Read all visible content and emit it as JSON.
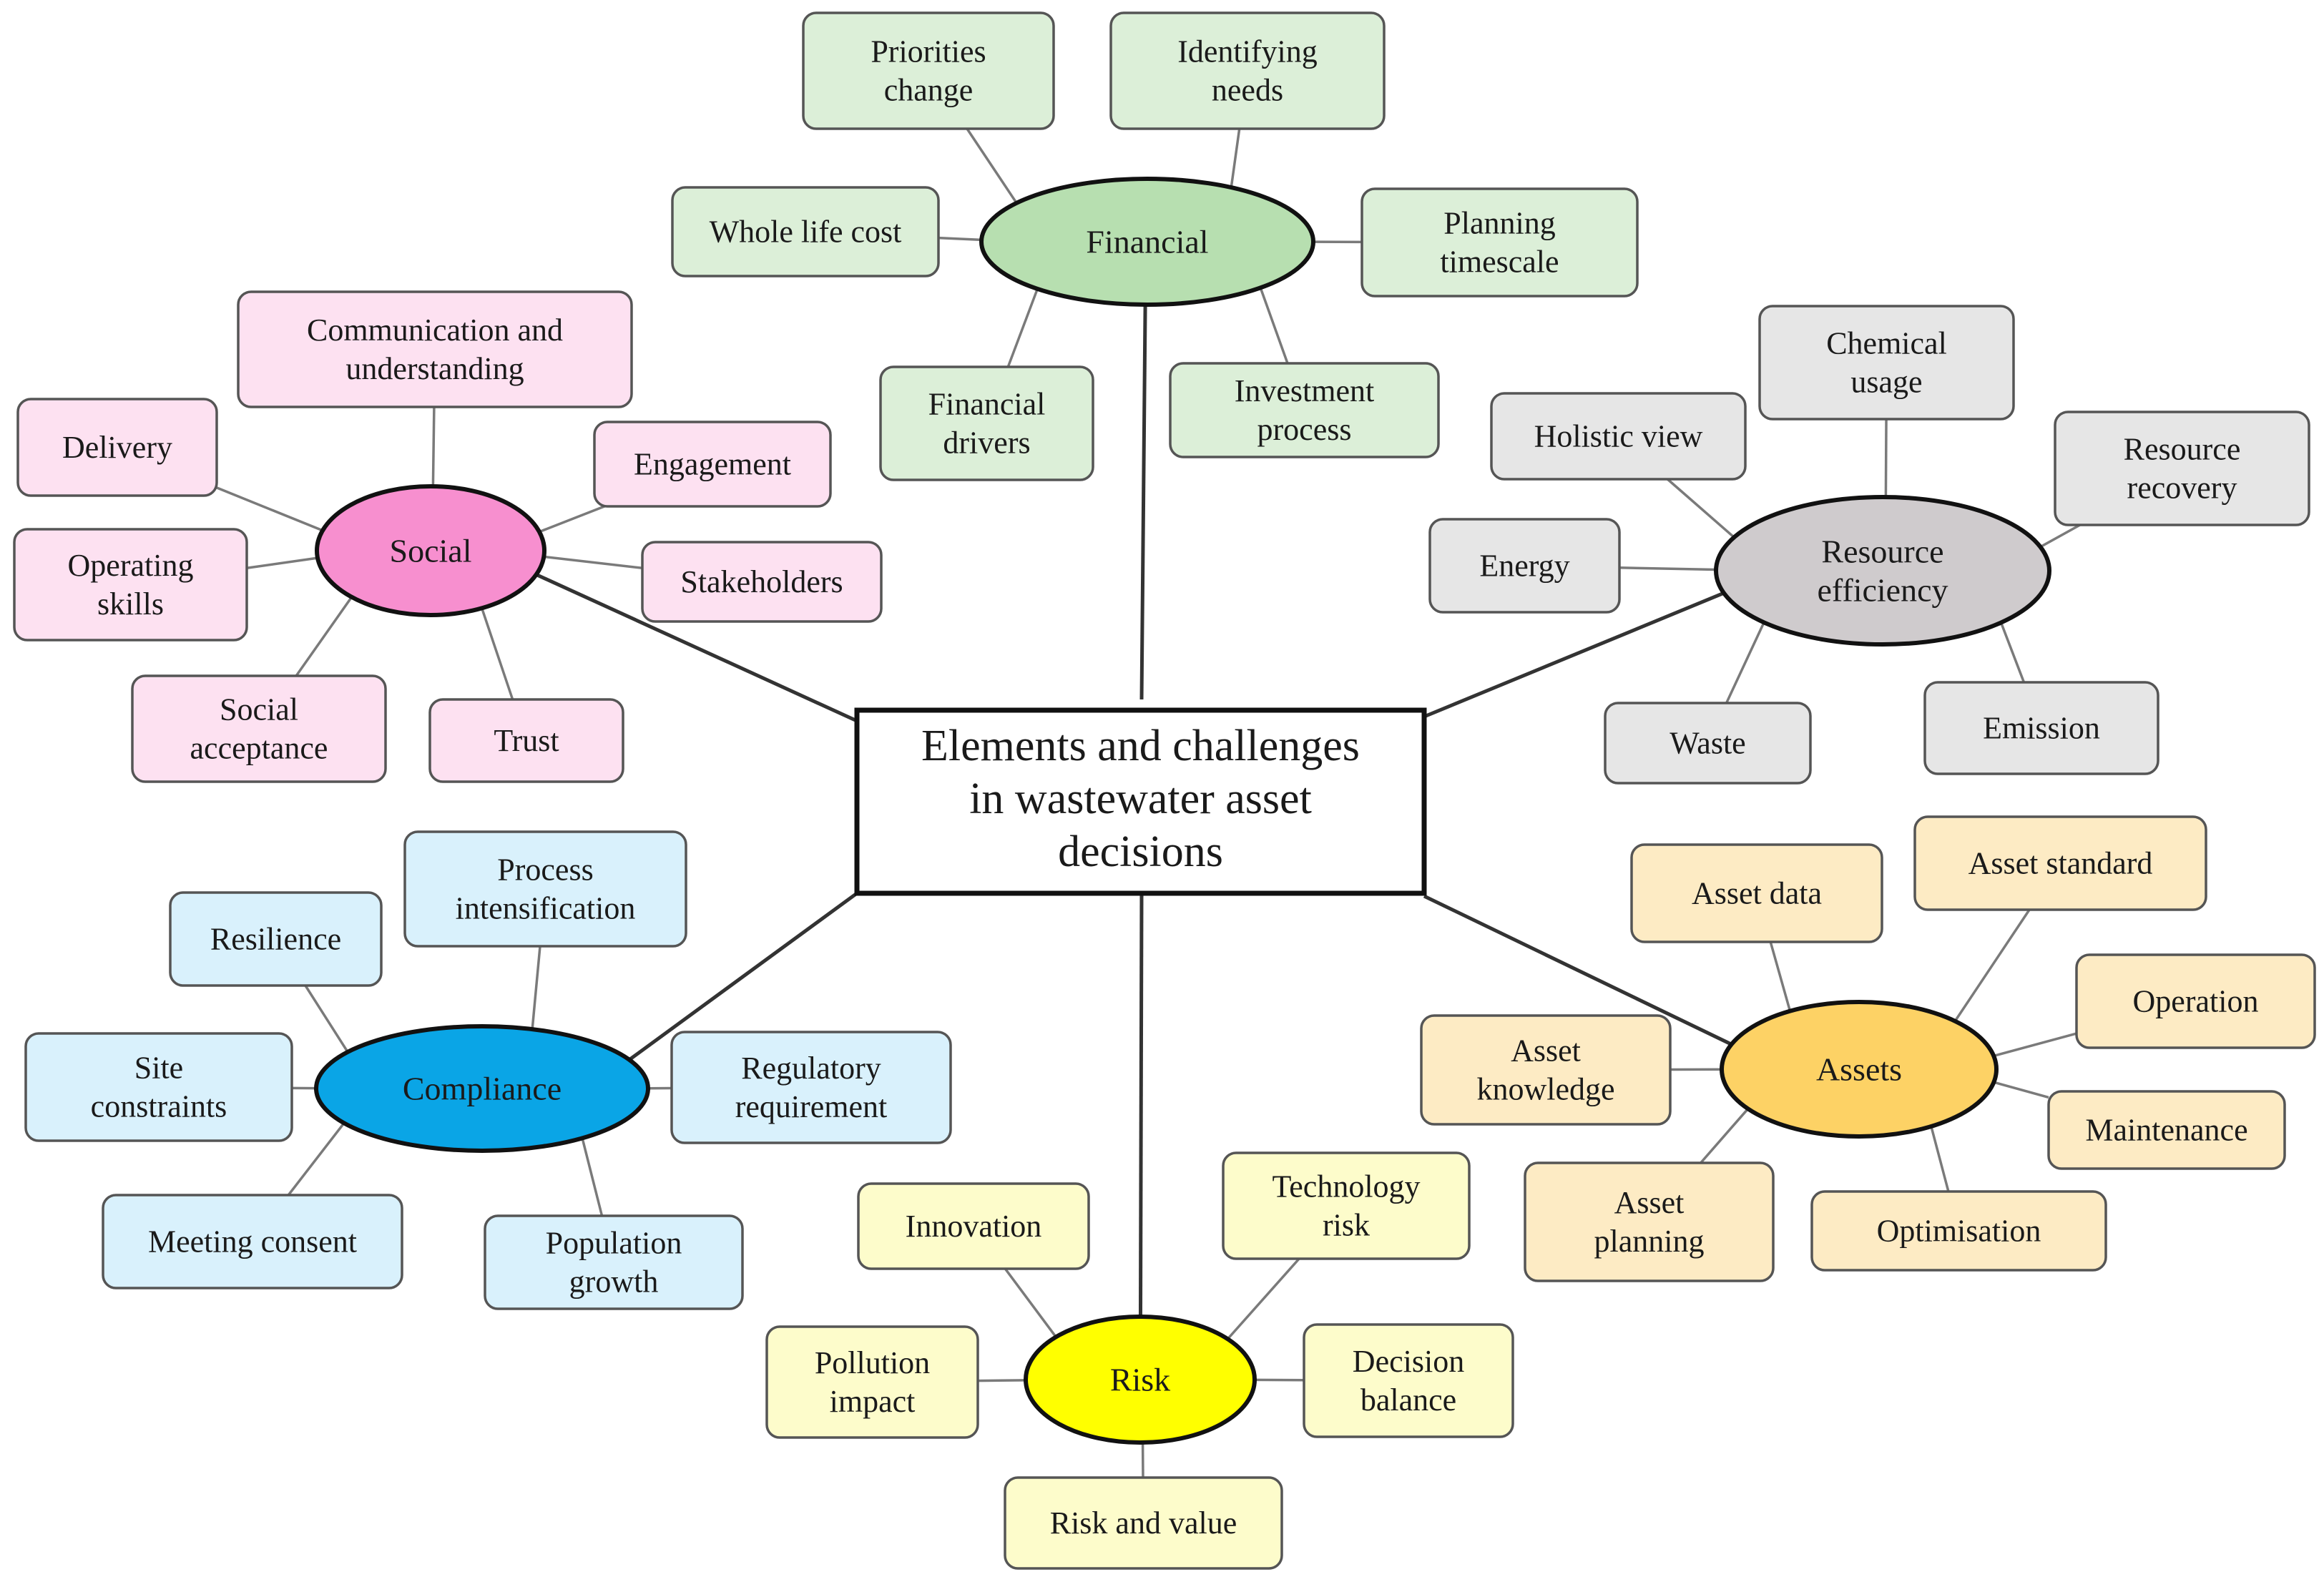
{
  "center": {
    "lines": [
      "Elements and challenges",
      "in wastewater asset",
      "decisions"
    ]
  },
  "groups": [
    {
      "id": "financial",
      "hub": "Financial",
      "hub_fill": "#b7dfb0",
      "leaf_fill": "#dcefd8",
      "items": [
        {
          "id": "priorities-change",
          "lines": [
            "Priorities",
            "change"
          ]
        },
        {
          "id": "identifying-needs",
          "lines": [
            "Identifying",
            "needs"
          ]
        },
        {
          "id": "whole-life-cost",
          "lines": [
            "Whole life cost"
          ]
        },
        {
          "id": "planning-timescale",
          "lines": [
            "Planning",
            "timescale"
          ]
        },
        {
          "id": "financial-drivers",
          "lines": [
            "Financial",
            "drivers"
          ]
        },
        {
          "id": "investment-process",
          "lines": [
            "Investment",
            "process"
          ]
        }
      ]
    },
    {
      "id": "social",
      "hub": "Social",
      "hub_fill": "#f78fcf",
      "leaf_fill": "#fde1f1",
      "items": [
        {
          "id": "communication-and-understanding",
          "lines": [
            "Communication and",
            "understanding"
          ]
        },
        {
          "id": "delivery",
          "lines": [
            "Delivery"
          ]
        },
        {
          "id": "engagement",
          "lines": [
            "Engagement"
          ]
        },
        {
          "id": "operating-skills",
          "lines": [
            "Operating",
            "skills"
          ]
        },
        {
          "id": "stakeholders",
          "lines": [
            "Stakeholders"
          ]
        },
        {
          "id": "social-acceptance",
          "lines": [
            "Social",
            "acceptance"
          ]
        },
        {
          "id": "trust",
          "lines": [
            "Trust"
          ]
        }
      ]
    },
    {
      "id": "resource-efficiency",
      "hub": [
        "Resource",
        "efficiency"
      ],
      "hub_fill": "#cfcbcd",
      "leaf_fill": "#e6e6e6",
      "items": [
        {
          "id": "chemical-usage",
          "lines": [
            "Chemical",
            "usage"
          ]
        },
        {
          "id": "holistic-view",
          "lines": [
            "Holistic view"
          ]
        },
        {
          "id": "resource-recovery",
          "lines": [
            "Resource",
            "recovery"
          ]
        },
        {
          "id": "energy",
          "lines": [
            "Energy"
          ]
        },
        {
          "id": "waste",
          "lines": [
            "Waste"
          ]
        },
        {
          "id": "emission",
          "lines": [
            "Emission"
          ]
        }
      ]
    },
    {
      "id": "compliance",
      "hub": "Compliance",
      "hub_fill": "#0aa5e6",
      "leaf_fill": "#d9f1fc",
      "items": [
        {
          "id": "process-intensification",
          "lines": [
            "Process",
            "intensification"
          ]
        },
        {
          "id": "resilience",
          "lines": [
            "Resilience"
          ]
        },
        {
          "id": "site-constraints",
          "lines": [
            "Site",
            "constraints"
          ]
        },
        {
          "id": "regulatory-requirement",
          "lines": [
            "Regulatory",
            "requirement"
          ]
        },
        {
          "id": "meeting-consent",
          "lines": [
            "Meeting consent"
          ]
        },
        {
          "id": "population-growth",
          "lines": [
            "Population",
            "growth"
          ]
        }
      ]
    },
    {
      "id": "assets",
      "hub": "Assets",
      "hub_fill": "#fdd265",
      "leaf_fill": "#fdebc4",
      "items": [
        {
          "id": "asset-data",
          "lines": [
            "Asset data"
          ]
        },
        {
          "id": "asset-standard",
          "lines": [
            "Asset standard"
          ]
        },
        {
          "id": "operation",
          "lines": [
            "Operation"
          ]
        },
        {
          "id": "asset-knowledge",
          "lines": [
            "Asset",
            "knowledge"
          ]
        },
        {
          "id": "maintenance",
          "lines": [
            "Maintenance"
          ]
        },
        {
          "id": "asset-planning",
          "lines": [
            "Asset",
            "planning"
          ]
        },
        {
          "id": "optimisation",
          "lines": [
            "Optimisation"
          ]
        }
      ]
    },
    {
      "id": "risk",
      "hub": "Risk",
      "hub_fill": "#ffff00",
      "leaf_fill": "#fdfccb",
      "items": [
        {
          "id": "innovation",
          "lines": [
            "Innovation"
          ]
        },
        {
          "id": "technology-risk",
          "lines": [
            "Technology",
            "risk"
          ]
        },
        {
          "id": "pollution-impact",
          "lines": [
            "Pollution",
            "impact"
          ]
        },
        {
          "id": "decision-balance",
          "lines": [
            "Decision",
            "balance"
          ]
        },
        {
          "id": "risk-and-value",
          "lines": [
            "Risk and value"
          ]
        }
      ]
    }
  ]
}
